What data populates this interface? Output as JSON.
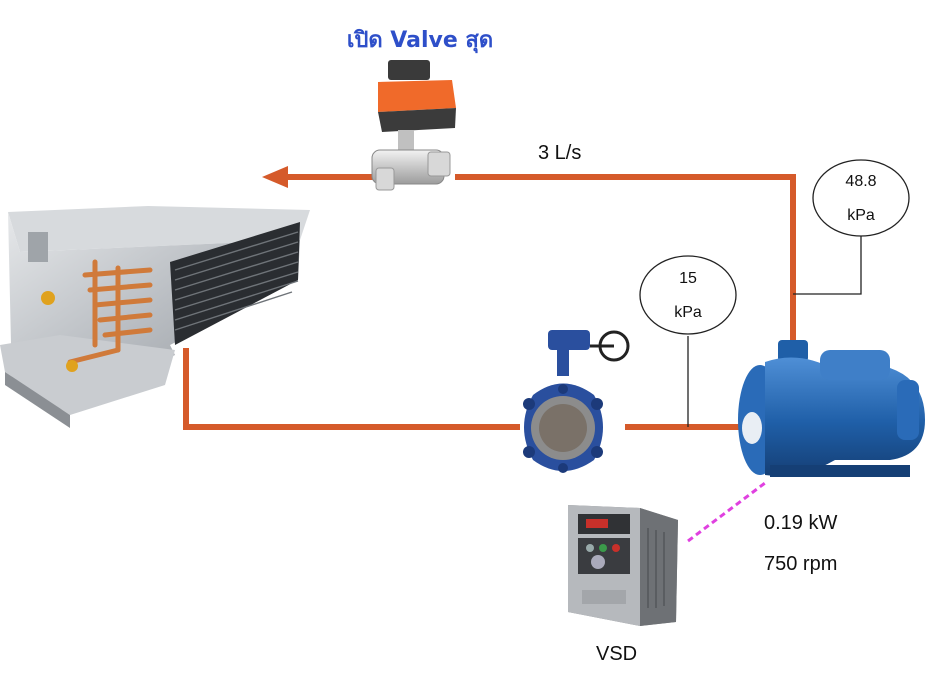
{
  "title": "เปิด Valve สุด",
  "flow_label": "3 L/s",
  "pressure_top": {
    "value": "48.8",
    "unit": "kPa"
  },
  "pressure_mid": {
    "value": "15",
    "unit": "kPa"
  },
  "pump": {
    "power": "0.19 kW",
    "speed": "750 rpm"
  },
  "vsd_label": "VSD",
  "colors": {
    "pipe": "#d55a2a",
    "title": "#2e4fc9",
    "pump_body": "#1f5fa8",
    "valve_body": "#2a4f9e",
    "actuator": "#f06a2a",
    "signal_line": "#e040e0",
    "coil_copper": "#d07a3a"
  },
  "icons": [
    "ahu-unit-icon",
    "motorized-valve-icon",
    "butterfly-valve-icon",
    "centrifugal-pump-icon",
    "vsd-drive-icon"
  ]
}
